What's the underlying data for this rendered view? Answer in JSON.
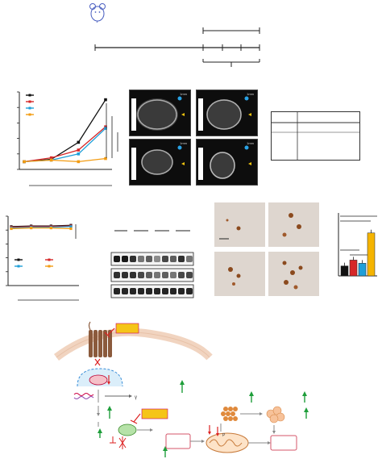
{
  "figure": {
    "mouse_icon": "mouse-icon",
    "timeline": {
      "tick_count": 4
    },
    "panel_a_chart": {
      "type": "line",
      "series": [
        {
          "color": "#111111",
          "values": [
            0.1,
            0.13,
            0.35,
            0.9
          ]
        },
        {
          "color": "#d62728",
          "values": [
            0.1,
            0.15,
            0.25,
            0.55
          ]
        },
        {
          "color": "#1f9fd8",
          "values": [
            0.1,
            0.12,
            0.2,
            0.53
          ]
        },
        {
          "color": "#f39c12",
          "values": [
            0.1,
            0.12,
            0.1,
            0.14
          ]
        }
      ]
    },
    "panel_b_chart": {
      "type": "line",
      "series": [
        {
          "color": "#111111",
          "values": [
            0.85,
            0.86,
            0.86,
            0.87
          ]
        },
        {
          "color": "#d62728",
          "values": [
            0.84,
            0.85,
            0.85,
            0.86
          ]
        },
        {
          "color": "#1f9fd8",
          "values": [
            0.83,
            0.84,
            0.84,
            0.85
          ]
        },
        {
          "color": "#f39c12",
          "values": [
            0.82,
            0.83,
            0.83,
            0.82
          ]
        }
      ]
    },
    "ihc_bar_chart": {
      "type": "bar",
      "values": [
        0.22,
        0.35,
        0.28,
        0.95
      ],
      "colors": [
        "#111111",
        "#d62728",
        "#1f9fd8",
        "#f5b400"
      ]
    },
    "ultrasound_scale_labels": [
      "1mm",
      "1mm",
      "1mm",
      "1mm"
    ],
    "pathway_labels": {
      "greek_gamma": "γ",
      "p_small": "P"
    },
    "colors": {
      "receptor": "#8b5a3c",
      "inhibitor_box": "#f5c518",
      "membrane": "#f1d4c0",
      "arrow_up": "#1e9e3a",
      "arrow_down": "#d22",
      "outline_box": "#d4546a"
    }
  }
}
